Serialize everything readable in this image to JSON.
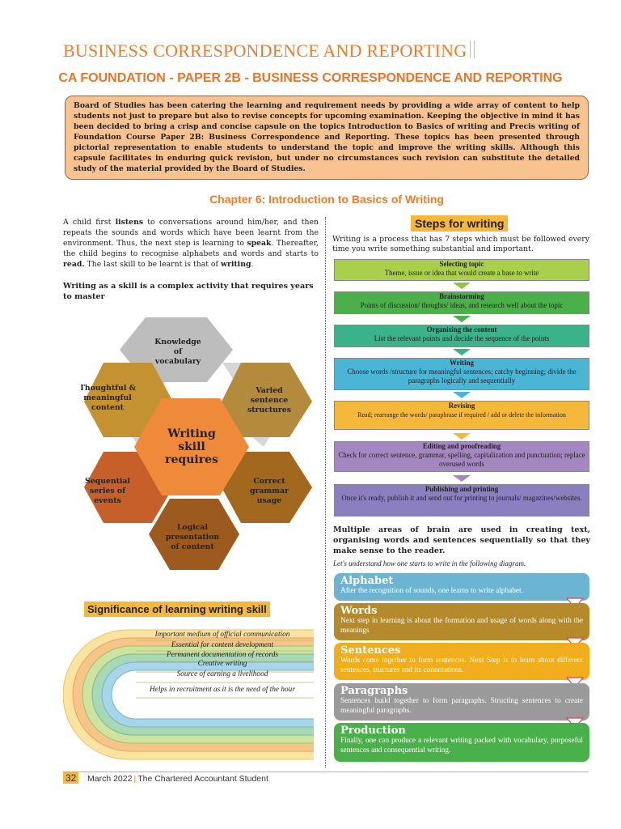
{
  "header": {
    "magazine_title": "BUSINESS CORRESPONDENCE AND REPORTING",
    "subtitle": "CA FOUNDATION - PAPER 2B - BUSINESS CORRESPONDENCE AND REPORTING"
  },
  "intro_text": "Board of Studies has been catering the learning and requirement needs by providing a wide array of content to help students not just to prepare but also to revise concepts for upcoming examination. Keeping the objective in mind it has been decided to bring a crisp and concise capsule on the topics Introduction to Basics of writing and Precis writing of Foundation Course Paper 2B: Business Correspondence and Reporting. These topics has been presented through pictorial representation to enable students to understand the topic and improve the writing skills.  Although this capsule facilitates in enduring quick revision, but under no circumstances such revision can substitute the detailed study of the material provided by the Board of Studies.",
  "chapter_title": "Chapter 6: Introduction to Basics of Writing",
  "left": {
    "para": {
      "p1": "A child first ",
      "listens": "listens",
      "p2": " to conversations around him/her, and then repeats the sounds and words which have been learnt from the environment. Thus, the next step is learning to ",
      "speak": "speak",
      "p3": ". Thereafter, the child begins to recognise alphabets and words and starts to ",
      "read": "read.",
      "p4": " The last skill to be learnt is that of ",
      "writing": "writing",
      "p5": "."
    },
    "bold_note": "Writing as a skill is a complex activity that requires years to master",
    "hex": {
      "center": [
        "Writing",
        "skill",
        "requires"
      ],
      "items": [
        {
          "lines": [
            "Knowledge",
            "of",
            "vocabulary"
          ]
        },
        {
          "lines": [
            "Varied",
            "sentence",
            "structures"
          ]
        },
        {
          "lines": [
            "Correct",
            "grammar",
            "usage"
          ]
        },
        {
          "lines": [
            "Logical",
            "presentation",
            "of content"
          ]
        },
        {
          "lines": [
            "Sequential",
            "series of",
            "events"
          ]
        },
        {
          "lines": [
            "Thoughtful &",
            "meaningful",
            "content"
          ]
        }
      ]
    },
    "significance_title": "Significance of learning writing skill",
    "significance_items": [
      "Important medium of official communication",
      "Essential for content development",
      "Permanent documentation of records",
      "Creative writing",
      "Source of earning a livelihood",
      "Helps in recruitment as it is the need of the hour"
    ]
  },
  "right": {
    "steps_title": "Steps for writing",
    "steps_intro": "Writing is a process that has 7 steps which must be followed every time you write something substantial and important.",
    "steps": [
      {
        "title": "Selecting topic",
        "desc": "Theme, issue or idea that would create a base to write",
        "color": "#a9cf4b"
      },
      {
        "title": "Brainstorming",
        "desc": "Points of discussion/ thoughts/ ideas, and research well about the topic",
        "color": "#4bb04a"
      },
      {
        "title": "Organising the content",
        "desc": "List the relevant points and decide the sequence of the points",
        "color": "#3ab28a"
      },
      {
        "title": "Writing",
        "desc": "Choose words /structure for  meaningful sentences; catchy beginning; divide the paragraphs logically and sequentially",
        "color": "#4bb5d6"
      },
      {
        "title": "Revising",
        "desc": "Read; rearrange the words/ paraphrase if required / add or delete the information",
        "color": "#f6b83a"
      },
      {
        "title": "Editing and proofreading",
        "desc": "Check for correct sentence, grammar, spelling, capitalization and punctuation; replace overused words",
        "color": "#a487c1"
      },
      {
        "title": "Publishing and printing",
        "desc": "Once it's ready, publish it and send out for printing to journals/ magazines/websites.",
        "color": "#8c7fc0"
      }
    ],
    "brain_bold": "Multiple areas of brain are used in creating text, organising words and sentences sequentially so that they make sense to the reader.",
    "brain_italic": "Let's understand how one starts to write in the following diagram.",
    "write_stages": [
      {
        "title": "Alphabet",
        "desc": "After the recognition of sounds, one learns to write alphabet.",
        "color": "#6cb5d2"
      },
      {
        "title": "Words",
        "desc": "Next step in learning is about the formation and usage of words along with the meanings",
        "color": "#b48a2b"
      },
      {
        "title": "Sentences",
        "desc": "Words come together to form sentences. Next Step is to learn about different sentences, stuctures and its connotations.",
        "color": "#f0ae1c"
      },
      {
        "title": "Paragraphs",
        "desc": "Sentences build together to form paragraphs. Structing sentences to create meaningful paragraphs.",
        "color": "#9a9a9a"
      },
      {
        "title": "Production",
        "desc": "Finally, one can produce a relevant writing packed with vocabulary, purposeful sentences and consequential writing.",
        "color": "#4ab14a"
      }
    ]
  },
  "footer": {
    "page_number": "32",
    "issue": "March 2022",
    "publication": "The Chartered Accountant Student"
  }
}
